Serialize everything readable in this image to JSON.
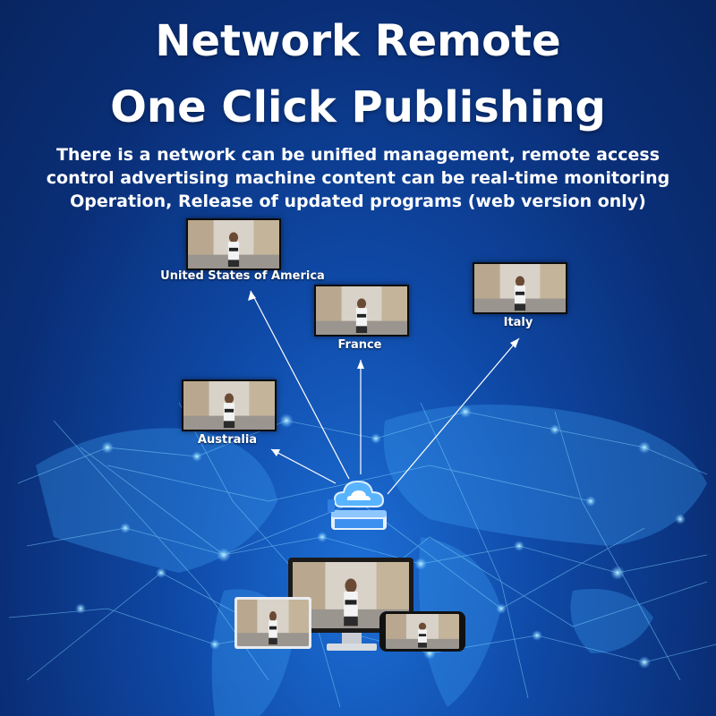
{
  "header": {
    "title_line1": "Network Remote",
    "title_line2": "One Click Publishing",
    "subtitle_line1": "There is a network can be unified management, remote access",
    "subtitle_line2": "control advertising machine content can be real-time monitoring",
    "subtitle_line3": "Operation, Release of updated programs (web version only)"
  },
  "locations": {
    "usa": "United States of America",
    "france": "France",
    "italy": "Italy",
    "australia": "Australia"
  },
  "icons": {
    "hub": "cloud-server-icon",
    "devices": [
      "desktop-monitor-icon",
      "tablet-icon",
      "smartphone-icon"
    ]
  },
  "colors": {
    "background": "#0f4aa8",
    "network_glow": "#6ad0ff",
    "text": "#ffffff"
  }
}
